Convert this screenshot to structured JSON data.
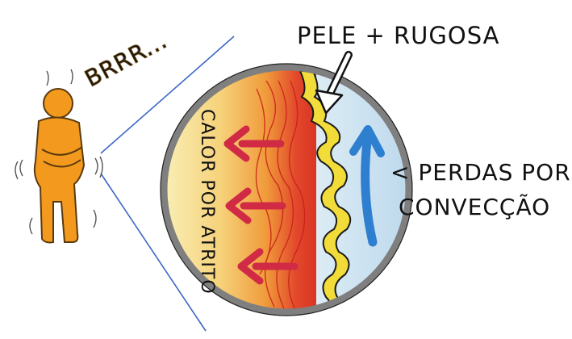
{
  "labels": {
    "shiver": "BRRR...",
    "skin": "PELE + RUGOSA",
    "heat": "CALOR POR ATRITO",
    "loss_line1": "< PERDAS POR",
    "loss_line2": "CONVECÇÃO"
  },
  "colors": {
    "person": "#f39a1e",
    "person_outline": "#5a3a10",
    "shiver_text": "#f4c21a",
    "body_heat_outer": "#f6e3a0",
    "body_heat_mid": "#f0a040",
    "body_heat_inner": "#e23b2a",
    "skin": "#f2dc3a",
    "air": "#cfe5f2",
    "arrows_heat": "#d02a45",
    "arrow_air": "#2f7fd0",
    "rim": "#7f7f7f",
    "zoom_lines": "#3b67c6"
  },
  "icons": {
    "person": "shivering-person-icon",
    "heat_arrow": "left-arrow-icon",
    "air_arrow": "up-arrow-icon",
    "pointer_arrow": "pointing-arrow-icon"
  }
}
